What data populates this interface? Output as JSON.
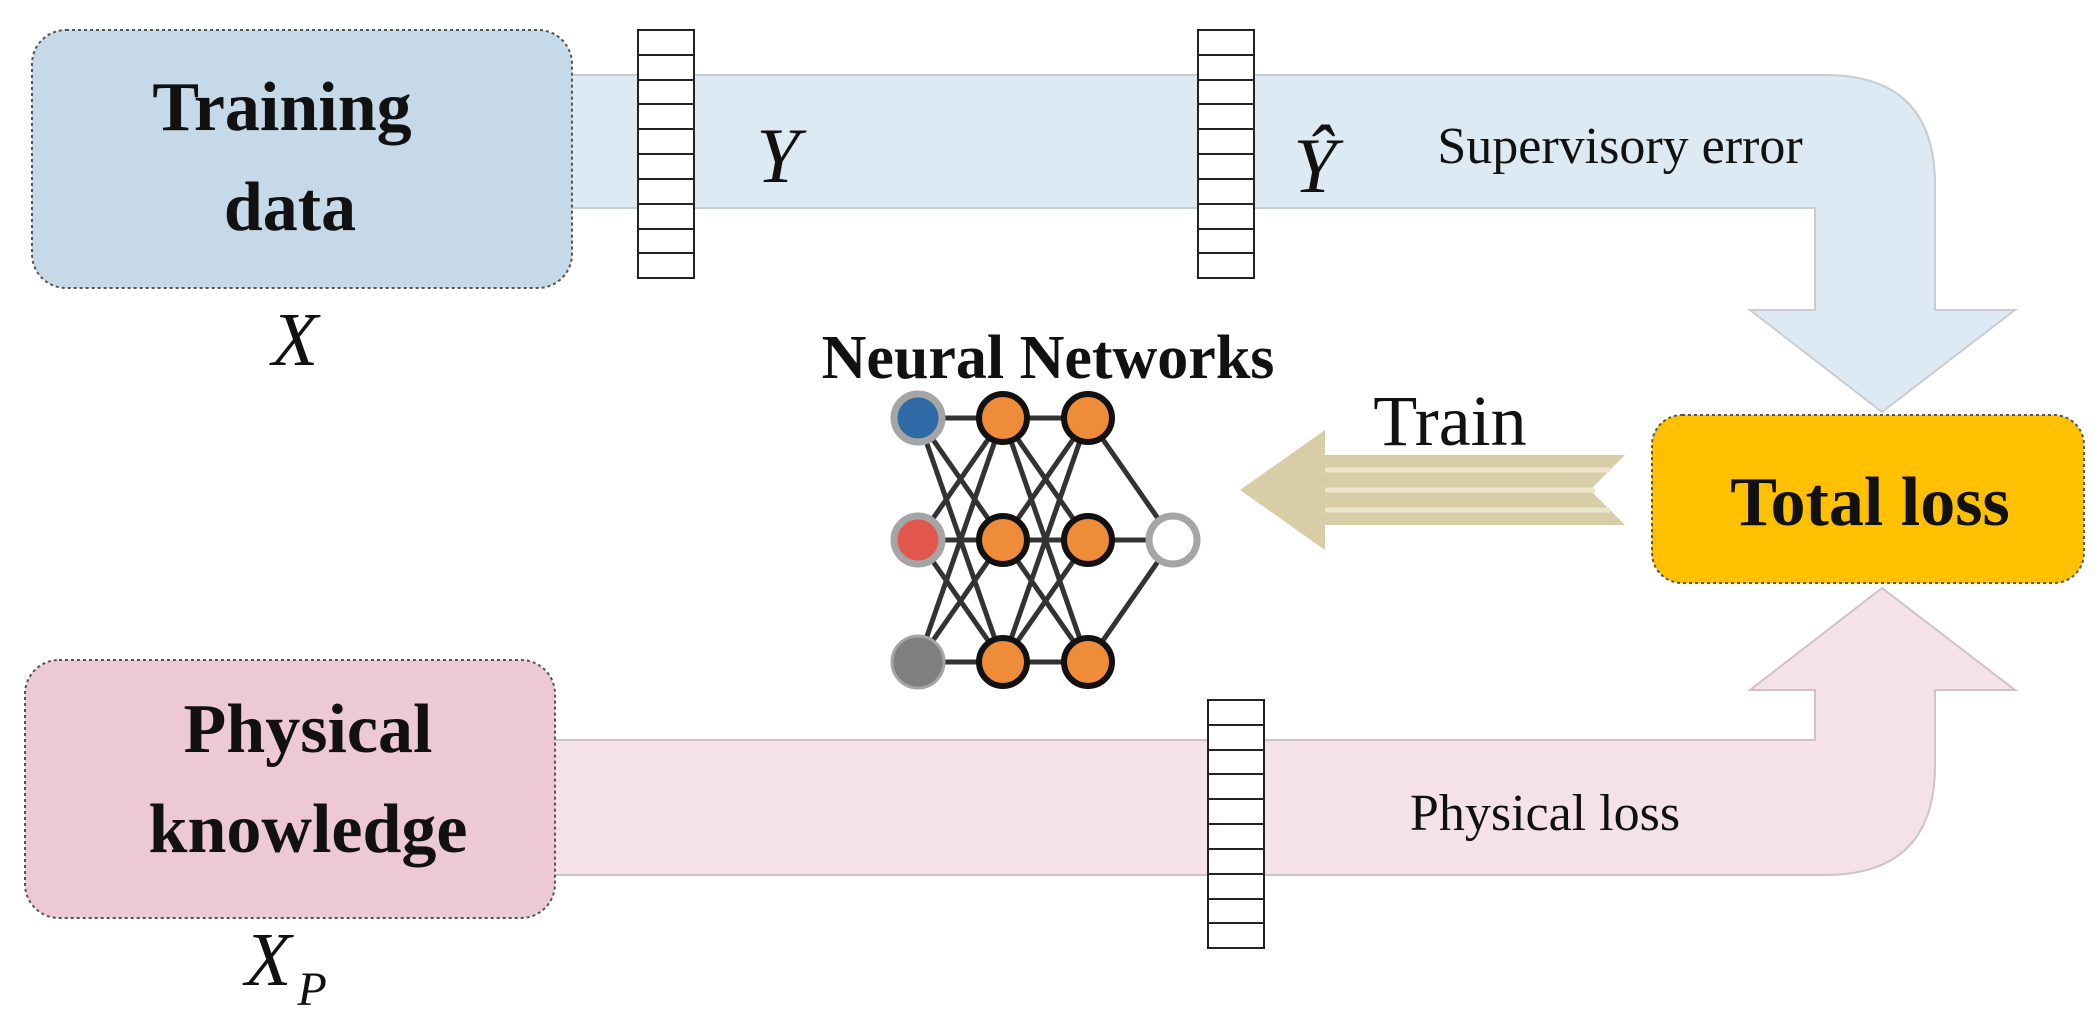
{
  "training_box": {
    "line1": "Training",
    "line2": "data",
    "var": "X"
  },
  "physical_box": {
    "line1": "Physical",
    "line2": "knowledge",
    "var": "X",
    "var_sub": "P"
  },
  "total_loss": {
    "label": "Total loss"
  },
  "labels": {
    "y": "Y",
    "y_hat": "Ŷ",
    "supervisory_error": "Supervisory error",
    "physical_loss": "Physical loss",
    "train": "Train",
    "neural_networks": "Neural Networks"
  },
  "colors": {
    "training_box": "#c5d9e9",
    "training_arrow": "#dde9f3",
    "physical_box": "#ecc9d5",
    "physical_arrow": "#f5e1e8",
    "total_loss": "#ffc000",
    "train_arrow": "#d7cda6",
    "input_blue": "#2e6aa6",
    "input_red": "#e2574c",
    "input_gray": "#7f7f7f",
    "hidden_node": "#ef8c3a"
  },
  "network": {
    "input_nodes": 3,
    "hidden_layers": 2,
    "hidden_nodes": 3,
    "output_nodes": 1
  }
}
